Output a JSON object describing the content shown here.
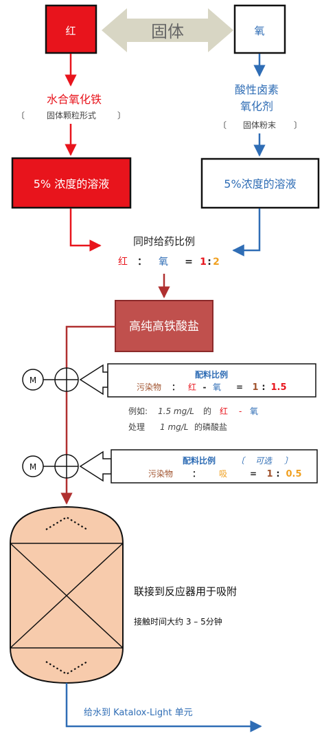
{
  "colors": {
    "red": "#e8141c",
    "blue": "#2f6db5",
    "dark_red": "#c0504d",
    "orange": "#f0a020",
    "brown": "#a0522d",
    "peach": "#f7cbac",
    "khaki": "#d8d6c4",
    "gray_text": "#444444"
  },
  "top": {
    "red_box_label": "红",
    "oxidant_box_label": "氧",
    "solid_label": "固体"
  },
  "left_chain": {
    "name": "水合氧化铁",
    "form_open": "〔",
    "form_text": "固体颗粒形式",
    "form_close": "〕",
    "solution": "5% 浓度的溶液"
  },
  "right_chain": {
    "name_line1": "酸性卤素",
    "name_line2": "氧化剂",
    "form_open": "〔",
    "form_text": "固体粉末",
    "form_close": "〕",
    "solution": "5%浓度的溶液"
  },
  "ratio": {
    "title": "同时给药比例",
    "red": "红",
    "colon": "：",
    "oxidant": "氧",
    "equals": "=",
    "value_a": "1",
    "sep": ":",
    "value_b": "2"
  },
  "product_box": "高纯高铁酸盐",
  "motor_label": "M",
  "dosing1": {
    "title": "配料比例",
    "pollutant": "污染物",
    "colon": "：",
    "red": "红",
    "dash": "-",
    "oxidant": "氧",
    "equals": "=",
    "value_a": "1",
    "sep": ":",
    "value_b": "1.5"
  },
  "example": {
    "prefix": "例如:",
    "amount": "1.5 mg/L",
    "of": "的",
    "red": "红",
    "dash": "-",
    "oxidant": "氧",
    "line2_prefix": "处理",
    "amount2": "1 mg/L",
    "line2_suffix": "的磷酸盐"
  },
  "dosing2": {
    "title": "配料比例",
    "optional_open": "〔",
    "optional": "可选",
    "optional_close": "〕",
    "pollutant": "污染物",
    "colon": "：",
    "adsorb": "吸",
    "equals": "=",
    "value_a": "1",
    "sep": ":",
    "value_b": "0.5"
  },
  "reactor": {
    "label": "联接到反应器用于吸附",
    "contact": "接触时间大约 3 – 5分钟"
  },
  "outlet": "给水到 Katalox-Light 单元"
}
